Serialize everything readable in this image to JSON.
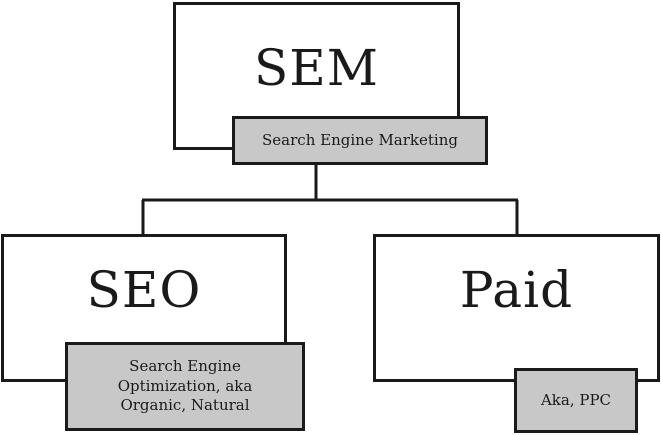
{
  "root": {
    "title": "SEM",
    "subtitle": "Search Engine Marketing"
  },
  "left": {
    "title": "SEO",
    "subtitle": "Search Engine Optimization, aka Organic, Natural"
  },
  "right": {
    "title": "Paid",
    "subtitle": "Aka, PPC"
  },
  "colors": {
    "line": "#1a1a1a",
    "tag_fill": "#c8c8c8"
  }
}
